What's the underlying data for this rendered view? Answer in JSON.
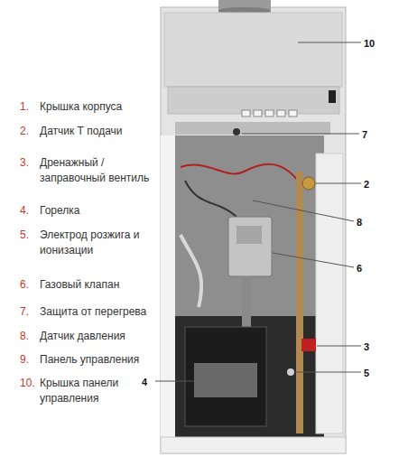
{
  "diagram": {
    "labels": [
      "1.",
      "Крышка корпуса",
      "2.",
      "Датчик Т подачи",
      "3.",
      "Дренажный / заправочный вентиль",
      "4.",
      "Горелка",
      "5.",
      "Электрод розжига и ионизации",
      "6.",
      "Газовый клапан",
      "7.",
      "Защита от перегрева",
      "8.",
      "Датчик давления",
      "9.",
      "Панель управления",
      "10.",
      "Крышка панели управления",
      "10",
      "7",
      "2",
      "8",
      "6",
      "3",
      "5",
      "4"
    ]
  }
}
